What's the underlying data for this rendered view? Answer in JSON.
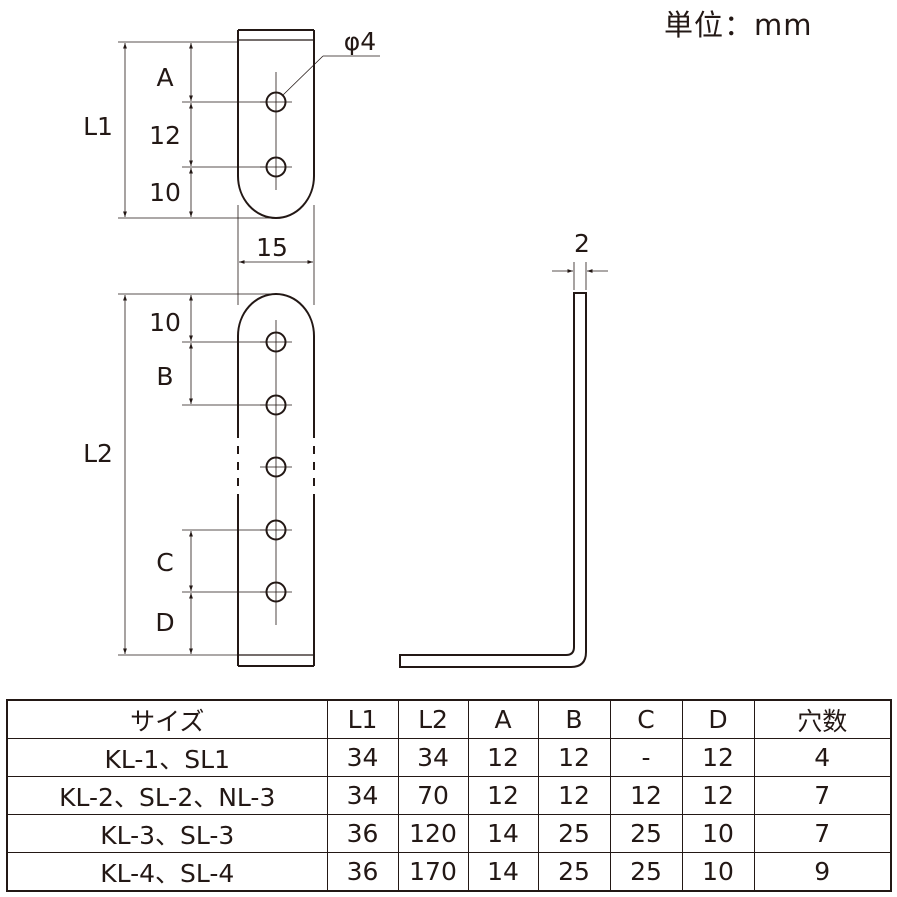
{
  "unit_label": "単位：mm",
  "dimensions": {
    "hole_diameter": "φ4",
    "a": "A",
    "l1_gap": "12",
    "l1_end": "10",
    "l1": "L1",
    "width": "15",
    "l2_top": "10",
    "b": "B",
    "l2": "L2",
    "c": "C",
    "d": "D",
    "thickness": "2"
  },
  "table": {
    "headers": [
      "サイズ",
      "L1",
      "L2",
      "A",
      "B",
      "C",
      "D",
      "穴数"
    ],
    "rows": [
      [
        "KL-1、SL1",
        "34",
        "34",
        "12",
        "12",
        "-",
        "12",
        "4"
      ],
      [
        "KL-2、SL-2、NL-3",
        "34",
        "70",
        "12",
        "12",
        "12",
        "12",
        "7"
      ],
      [
        "KL-3、SL-3",
        "36",
        "120",
        "14",
        "25",
        "25",
        "10",
        "7"
      ],
      [
        "KL-4、SL-4",
        "36",
        "170",
        "14",
        "25",
        "25",
        "10",
        "9"
      ]
    ]
  }
}
